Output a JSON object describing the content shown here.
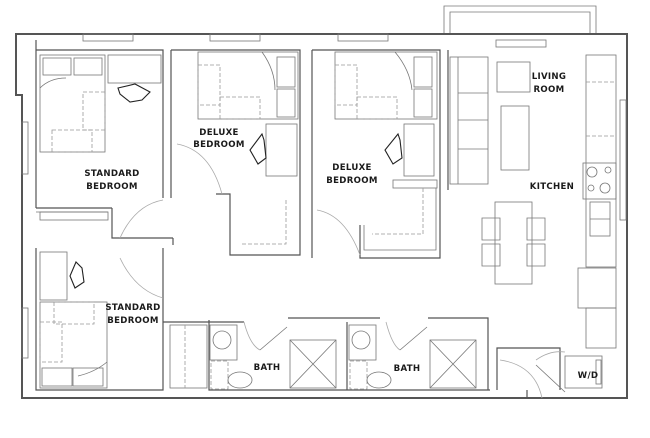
{
  "plan": {
    "rooms": [
      {
        "id": "standard-bedroom-top",
        "line1": "STANDARD",
        "line2": "BEDROOM"
      },
      {
        "id": "deluxe-bedroom-1",
        "line1": "DELUXE",
        "line2": "BEDROOM"
      },
      {
        "id": "deluxe-bedroom-2",
        "line1": "DELUXE",
        "line2": "BEDROOM"
      },
      {
        "id": "living-room",
        "line1": "LIVING",
        "line2": "ROOM"
      },
      {
        "id": "kitchen",
        "line1": "KITCHEN"
      },
      {
        "id": "standard-bedroom-bottom",
        "line1": "STANDARD",
        "line2": "BEDROOM"
      },
      {
        "id": "bath-1",
        "line1": "BATH"
      },
      {
        "id": "bath-2",
        "line1": "BATH"
      },
      {
        "id": "laundry",
        "line1": "W/D"
      }
    ]
  },
  "colors": {
    "wall": "#555555",
    "furniture": "#777777",
    "label": "#1a1a1a",
    "background": "#ffffff"
  }
}
